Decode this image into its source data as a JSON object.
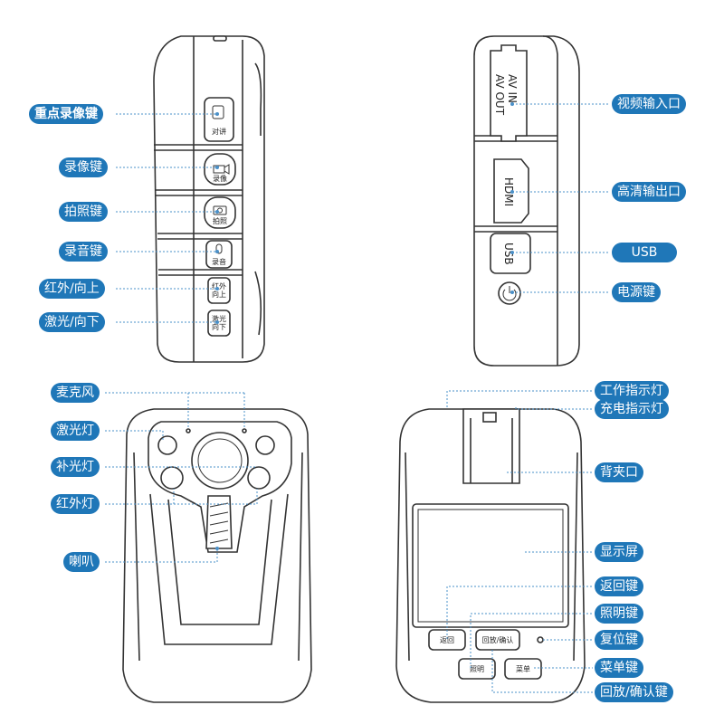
{
  "side_left": {
    "labels": [
      "重点录像键",
      "录像键",
      "拍照键",
      "录音键",
      "红外/向上",
      "激光/向下"
    ],
    "buttons": {
      "talk": "对讲",
      "record": "录像",
      "photo": "拍照",
      "audio": "录音",
      "ir_up": "红外\n向上",
      "laser_down": "激光\n向下"
    }
  },
  "side_right": {
    "labels": [
      "视频输入口",
      "高清输出口",
      "USB",
      "电源键"
    ],
    "port_av": "AV IN\nAV OUT",
    "port_hdmi": "HDMI",
    "port_usb": "USB"
  },
  "front": {
    "labels": [
      "麦克风",
      "激光灯",
      "补光灯",
      "红外灯",
      "喇叭"
    ]
  },
  "back": {
    "labels": [
      "工作指示灯",
      "充电指示灯",
      "背夹口",
      "显示屏",
      "返回键",
      "照明键",
      "复位键",
      "菜单键",
      "回放/确认键"
    ],
    "buttons": {
      "back": "返回",
      "playback": "回放/确认",
      "light": "照明",
      "menu": "菜单"
    }
  },
  "colors": {
    "accent": "#1f77b8",
    "outline": "#333333",
    "leader": "#4a90c8"
  }
}
